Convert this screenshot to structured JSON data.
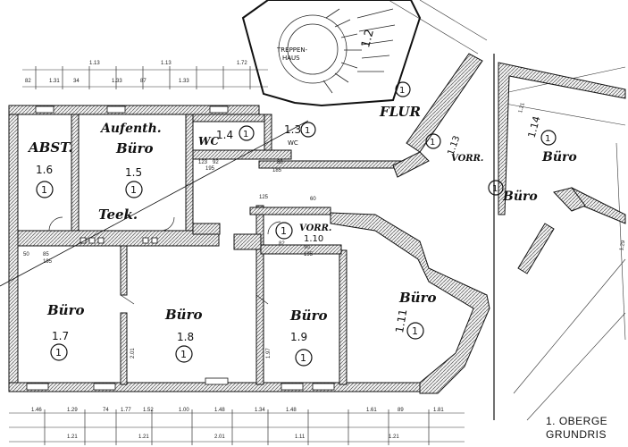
{
  "sheet": {
    "title_line1": "1. OBERGE",
    "title_line2": "GRUNDRIS"
  },
  "rooms": [
    {
      "id": "1.6",
      "label": "ABST.",
      "number": "1.6",
      "marker": "1"
    },
    {
      "id": "1.5",
      "label": "Aufenth.",
      "label2": "Büro",
      "number": "1.5",
      "marker": "1"
    },
    {
      "id": "1.4",
      "label": "WC",
      "number": "1.4",
      "marker": "1"
    },
    {
      "id": "1.3",
      "label": "WC",
      "number": "1.3",
      "marker": "1"
    },
    {
      "id": "1.2",
      "label": "TREPPEN-",
      "label2": "HAUS",
      "number": "1.2",
      "marker": ""
    },
    {
      "id": "flur",
      "label": "FLUR",
      "number": "",
      "marker": "1"
    },
    {
      "id": "1.13",
      "label": "VORR.",
      "number": "1.13",
      "marker": "1"
    },
    {
      "id": "1.14",
      "label": "Büro",
      "number": "1.14",
      "marker": "1"
    },
    {
      "id": "b2",
      "label": "Büro",
      "number": "",
      "marker": "1"
    },
    {
      "id": "1.10",
      "label": "VORR.",
      "number": "1.10",
      "marker": "1"
    },
    {
      "id": "1.7",
      "label": "Büro",
      "number": "1.7",
      "marker": "1"
    },
    {
      "id": "1.8",
      "label": "Büro",
      "number": "1.8",
      "marker": "1"
    },
    {
      "id": "1.9",
      "label": "Büro",
      "number": "1.9",
      "marker": "1"
    },
    {
      "id": "1.11",
      "label": "Büro",
      "number": "1.11",
      "marker": "1"
    }
  ],
  "annotations": {
    "teek": "Teek.",
    "wc_small": "WC"
  },
  "dimensions": {
    "top_row": [
      "82",
      "1.31",
      "34",
      "1.13",
      "1.33",
      "87",
      "1.13",
      "1.33",
      "1.72"
    ],
    "bottom_row": [
      "1.46",
      "1.29",
      "74",
      "1.77",
      "1.52",
      "1.00",
      "1.48",
      "1.34",
      "1.48",
      "1.61",
      "89",
      "1.81"
    ],
    "bottom_row2": [
      "1.21",
      "1.21",
      "2.01",
      "1.11",
      "1.21"
    ],
    "misc": [
      "125",
      "185",
      "123",
      "92",
      "80",
      "195",
      "60",
      "50",
      "85",
      "195",
      "2.01",
      "1.97",
      "90",
      "195",
      "82",
      "1.21",
      "1.29"
    ]
  }
}
